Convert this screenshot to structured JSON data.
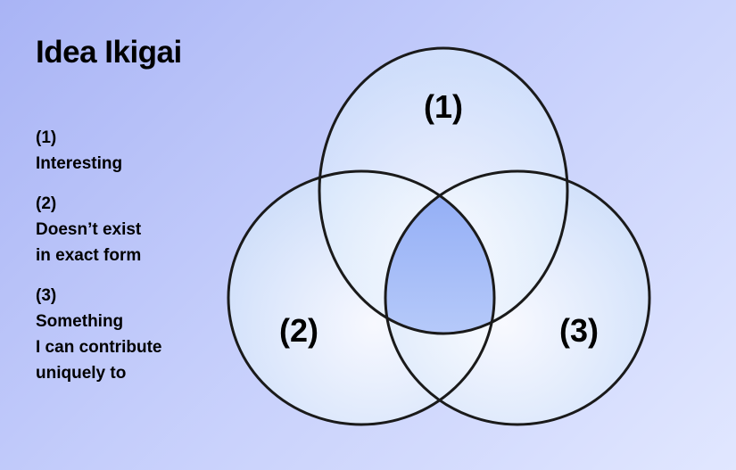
{
  "title": "Idea Ikigai",
  "legend": [
    {
      "number": "(1)",
      "lines": [
        "Interesting"
      ]
    },
    {
      "number": "(2)",
      "lines": [
        "Doesn’t exist",
        "in exact form"
      ]
    },
    {
      "number": "(3)",
      "lines": [
        "Something",
        "I can contribute",
        "uniquely to"
      ]
    }
  ],
  "diagram": {
    "type": "venn-3",
    "circles": [
      {
        "label": "(1)"
      },
      {
        "label": "(2)"
      },
      {
        "label": "(3)"
      }
    ]
  },
  "colors": {
    "background_start": "#a9b4f5",
    "background_end": "#e1e7ff",
    "circle_fill": "#eef5ff",
    "intersection_fill": "#93acf6",
    "stroke": "#1a1a1a"
  }
}
